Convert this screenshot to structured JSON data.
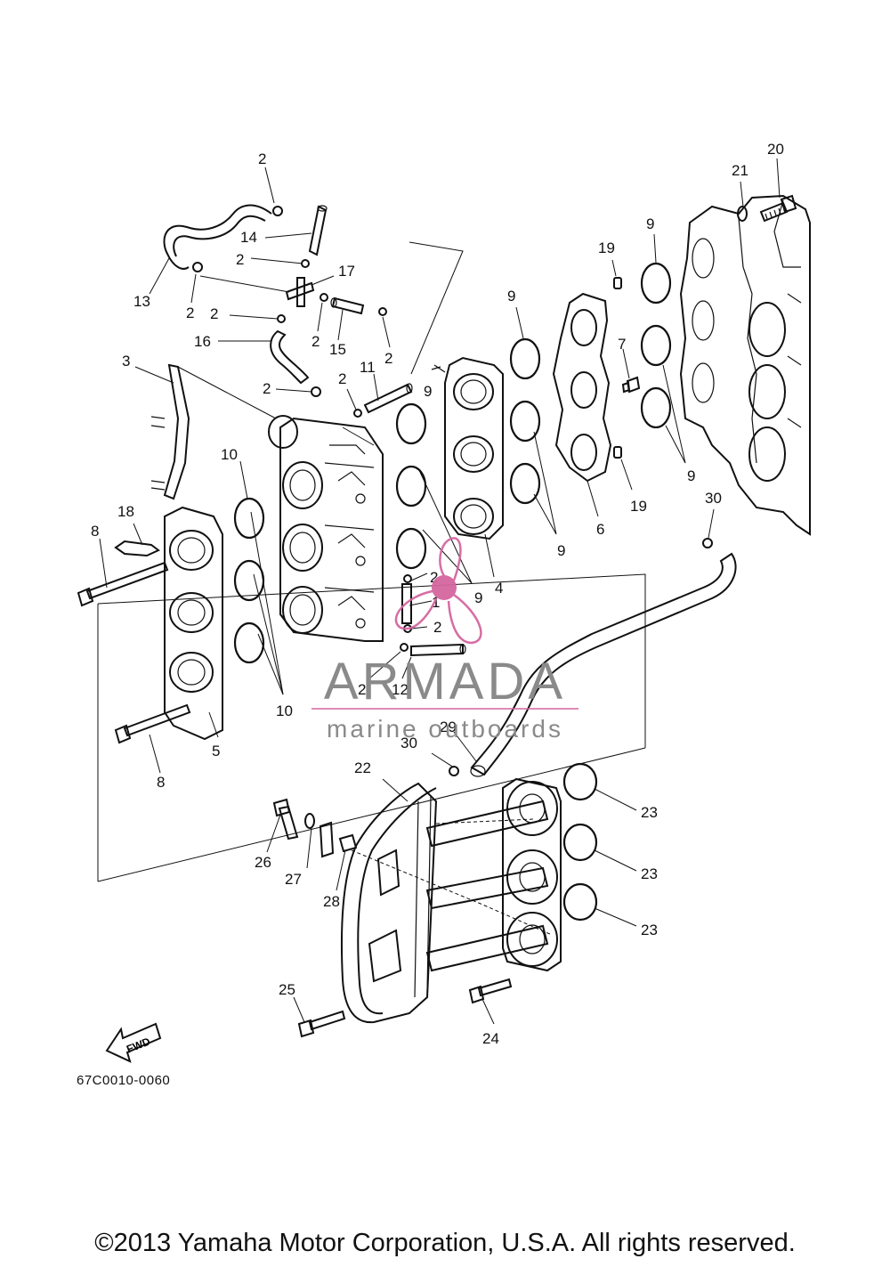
{
  "diagram_code": "67C0010-0060",
  "fwd_label": "FWD",
  "watermark": {
    "brand": "ARMADA",
    "tagline": "marine outboards",
    "color": "#d4669f",
    "text_color": "#8a8a8a"
  },
  "copyright": "©2013 Yamaha Motor Corporation, U.S.A. All rights reserved.",
  "part_labels": {
    "p1": "1",
    "p2": "2",
    "p3": "3",
    "p4": "4",
    "p5": "5",
    "p6": "6",
    "p7": "7",
    "p8": "8",
    "p9": "9",
    "p10": "10",
    "p11": "11",
    "p12": "12",
    "p13": "13",
    "p14": "14",
    "p15": "15",
    "p16": "16",
    "p17": "17",
    "p18": "18",
    "p19": "19",
    "p20": "20",
    "p21": "21",
    "p22": "22",
    "p23": "23",
    "p24": "24",
    "p25": "25",
    "p26": "26",
    "p27": "27",
    "p28": "28",
    "p29": "29",
    "p30": "30"
  }
}
